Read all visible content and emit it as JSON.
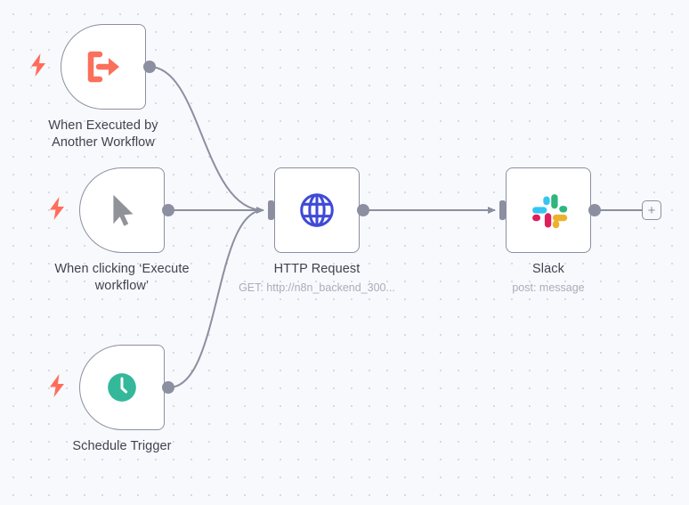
{
  "canvas": {
    "background_color": "#f8f9fc",
    "dot_color": "#d3d7e3",
    "grid_spacing": 20
  },
  "colors": {
    "node_border": "#8b8fa0",
    "connector": "#8b8fa0",
    "label_text": "#3f4350",
    "sublabel_text": "#a9adbb",
    "trigger_bolt": "#ff6d5a",
    "execute_workflow_icon": "#fb705b",
    "cursor_icon": "#909399",
    "schedule_icon": "#33b89a",
    "http_icon": "#3f4ad6",
    "slack_cyan": "#36c5f0",
    "slack_green": "#2eb67d",
    "slack_red": "#e01e5a",
    "slack_yellow": "#ecb22e"
  },
  "nodes": [
    {
      "id": "when-executed-by-another-workflow",
      "label": "When Executed by\nAnother Workflow",
      "label_line1": "When Executed by",
      "label_line2": "Another Workflow",
      "sublabel": "",
      "icon": "execute-workflow-icon",
      "type": "trigger"
    },
    {
      "id": "when-clicking-execute-workflow",
      "label_line1": "When clicking ‘Execute",
      "label_line2": "workflow’",
      "sublabel": "",
      "icon": "cursor-icon",
      "type": "trigger"
    },
    {
      "id": "schedule-trigger",
      "label_line1": "Schedule Trigger",
      "label_line2": "",
      "sublabel": "",
      "icon": "clock-icon",
      "type": "trigger"
    },
    {
      "id": "http-request",
      "label_line1": "HTTP Request",
      "label_line2": "",
      "sublabel": "GET: http://n8n_backend_300...",
      "icon": "globe-icon",
      "type": "regular"
    },
    {
      "id": "slack",
      "label_line1": "Slack",
      "label_line2": "",
      "sublabel": "post: message",
      "icon": "slack-icon",
      "type": "regular"
    }
  ],
  "add_button": {
    "label": "+"
  }
}
